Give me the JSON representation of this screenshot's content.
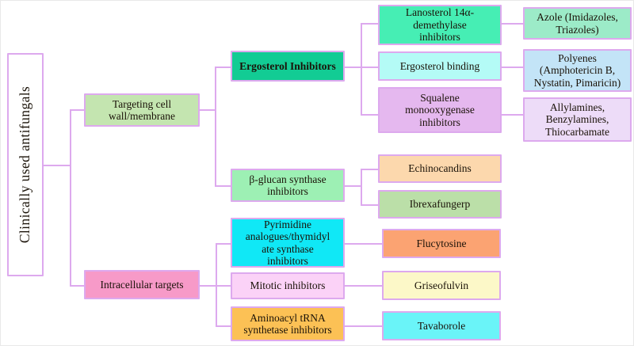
{
  "diagram": {
    "title": "Clinically used antifungals",
    "type": "hierarchy-tree",
    "orientation": "left-to-right",
    "line_color": "#dda9ee",
    "border_color": "#dda9ee",
    "background": "#ffffff",
    "text_color": "#1a1208"
  },
  "root": {
    "label": "Clinically  used  antifungals",
    "fill": "#ffffff"
  },
  "level1": [
    {
      "label": "Targeting cell\nwall/membrane",
      "fill": "#c4e5b0"
    },
    {
      "label": "Intracellular targets",
      "fill": "#f79ac8"
    }
  ],
  "level2": [
    {
      "label": "Ergosterol Inhibitors",
      "fill": "#12cc94"
    },
    {
      "label": "β-glucan synthase\ninhibitors",
      "fill": "#9df0b4"
    },
    {
      "label": "Pyrimidine\nanalogues/thymidyl\nate synthase\ninhibitors",
      "fill": "#10e8f6"
    },
    {
      "label": "Mitotic inhibitors",
      "fill": "#fbd2f7"
    },
    {
      "label": "Aminoacyl tRNA\nsynthetase inhibitors",
      "fill": "#fcc155"
    }
  ],
  "level3": [
    {
      "label": "Lanosterol 14α-\ndemethylase\ninhibitors",
      "fill": "#46eeb4"
    },
    {
      "label": "Ergosterol binding",
      "fill": "#b4fbf6"
    },
    {
      "label": "Squalene\nmonooxygenase\ninhibitors",
      "fill": "#e5b8ef"
    },
    {
      "label": "Echinocandins",
      "fill": "#fcd8ad"
    },
    {
      "label": "Ibrexafungerp",
      "fill": "#bbdfa8"
    }
  ],
  "level4": [
    {
      "label": "Azole (Imidazoles,\nTriazoles)",
      "fill": "#9cebc8"
    },
    {
      "label": "Polyenes\n(Amphotericin B,\nNystatin, Pimaricin)",
      "fill": "#c3e4f7"
    },
    {
      "label": "Allylamines,\nBenzylamines,\nThiocarbamate",
      "fill": "#eddcf8"
    },
    {
      "label": "Flucytosine",
      "fill": "#fba372"
    },
    {
      "label": "Griseofulvin",
      "fill": "#fcf8c8"
    },
    {
      "label": "Tavaborole",
      "fill": "#6af4f8"
    }
  ]
}
